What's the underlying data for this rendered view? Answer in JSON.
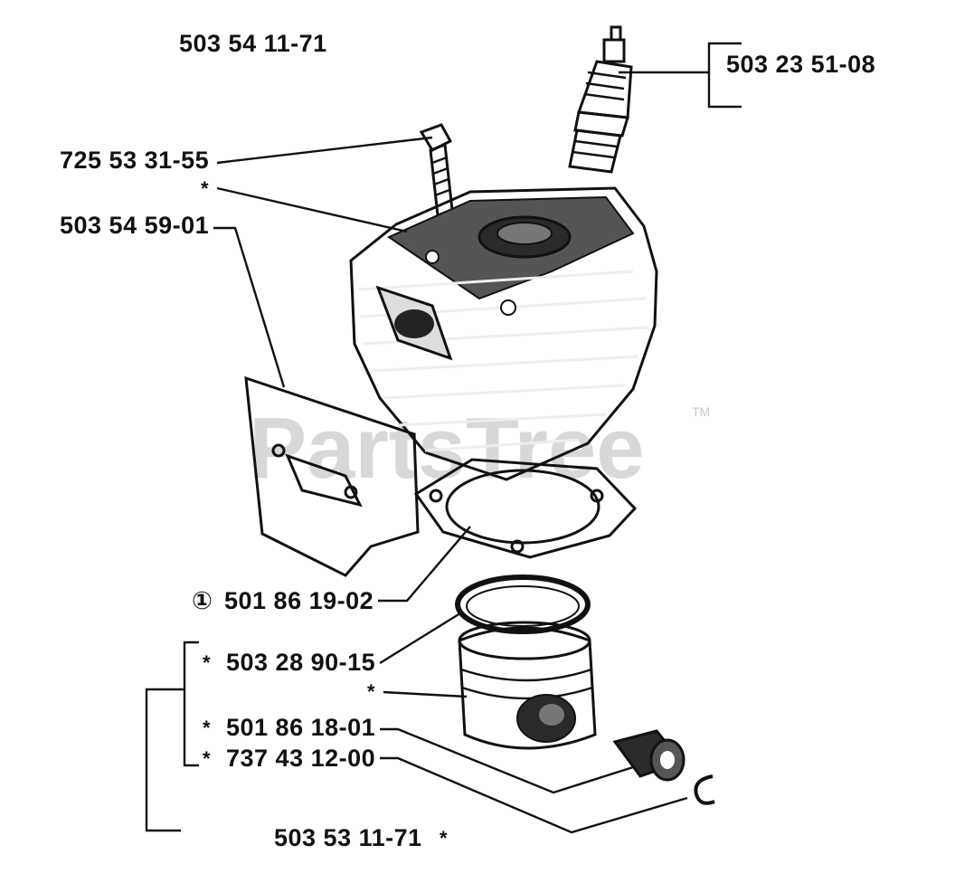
{
  "diagram": {
    "assembly_number": "503 54 11-71",
    "spark_plug": {
      "part_number": "503 23 51-08"
    },
    "screw": {
      "part_number": "725 53 31-55",
      "note": "*"
    },
    "cylinder": {
      "note": "*"
    },
    "muffler_gasket": {
      "part_number": "503 54 59-01"
    },
    "base_gasket": {
      "symbol": "①",
      "part_number": "501 86 19-02"
    },
    "piston_ring": {
      "note": "*",
      "part_number": "503 28 90-15"
    },
    "piston": {
      "note": "*"
    },
    "piston_pin": {
      "note": "*",
      "part_number": "501 86 18-01"
    },
    "circlip": {
      "note": "*",
      "part_number": "737 43 12-00"
    },
    "piston_kit": {
      "part_number": "503 53 11-71",
      "note": "*"
    },
    "watermark": {
      "text": "PartsTree",
      "trademark": "TM"
    }
  }
}
